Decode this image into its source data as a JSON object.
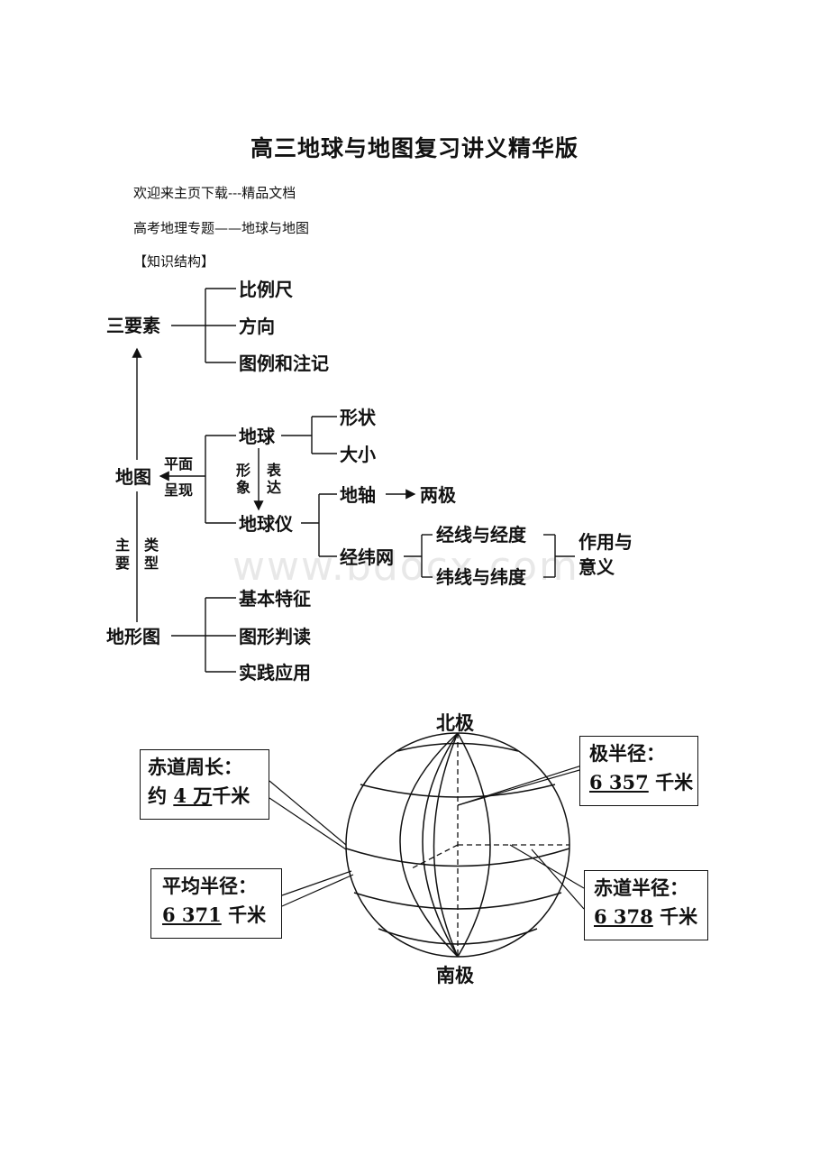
{
  "document": {
    "title": "高三地球与地图复习讲义精华版",
    "line1": "欢迎来主页下载---精品文档",
    "line2": "高考地理专题——地球与地图",
    "section": "【知识结构】",
    "watermark": "www.bdocx.com"
  },
  "knowledge_tree": {
    "three_elements": "三要素",
    "scale": "比例尺",
    "direction": "方向",
    "legend_notes": "图例和注记",
    "map": "地图",
    "plane_1": "平面",
    "plane_2": "呈现",
    "earth": "地球",
    "shape": "形状",
    "size": "大小",
    "express_1": "形",
    "express_2": "象",
    "express_3": "表",
    "express_4": "达",
    "globe": "地球仪",
    "axis": "地轴",
    "poles": "两极",
    "graticule": "经纬网",
    "meridian": "经线与经度",
    "parallel": "纬线与纬度",
    "effect_1": "作用与",
    "effect_2": "意义",
    "main_1": "主",
    "main_2": "要",
    "type_1": "类",
    "type_2": "型",
    "topo_map": "地形图",
    "basic_features": "基本特征",
    "reading": "图形判读",
    "practice": "实践应用"
  },
  "globe_diagram": {
    "north_pole": "北极",
    "south_pole": "南极",
    "equator_circ_label": "赤道周长：",
    "equator_circ_prefix": "约",
    "equator_circ_value": "4 万",
    "equator_circ_unit": "千米",
    "polar_radius_label": "极半径：",
    "polar_radius_value": "6 357",
    "polar_radius_unit": "千米",
    "mean_radius_label": "平均半径：",
    "mean_radius_value": "6 371",
    "mean_radius_unit": "千米",
    "equator_radius_label": "赤道半径：",
    "equator_radius_value": "6 378",
    "equator_radius_unit": "千米"
  }
}
